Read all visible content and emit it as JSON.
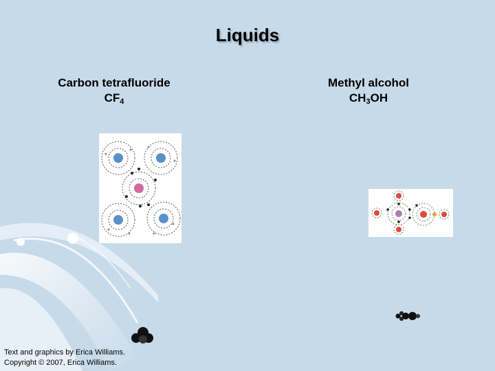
{
  "slide": {
    "title": "Liquids",
    "left": {
      "name": "Carbon tetrafluoride",
      "formula_main": "CF",
      "formula_sub": "4",
      "formula_tail": ""
    },
    "right": {
      "name": "Methyl alcohol",
      "formula_main": "CH",
      "formula_sub": "3",
      "formula_tail": "OH"
    },
    "credits": [
      "Text and graphics by Erica Williams.",
      "Copyright © 2007, Erica Williams."
    ]
  },
  "colors": {
    "background": "#c6daea",
    "fluorine_nucleus": "#5b8fc9",
    "carbon_nucleus": "#d06a9e",
    "oxygen_nucleus": "#e04a3a",
    "hydrogen_nucleus": "#e8a238"
  }
}
